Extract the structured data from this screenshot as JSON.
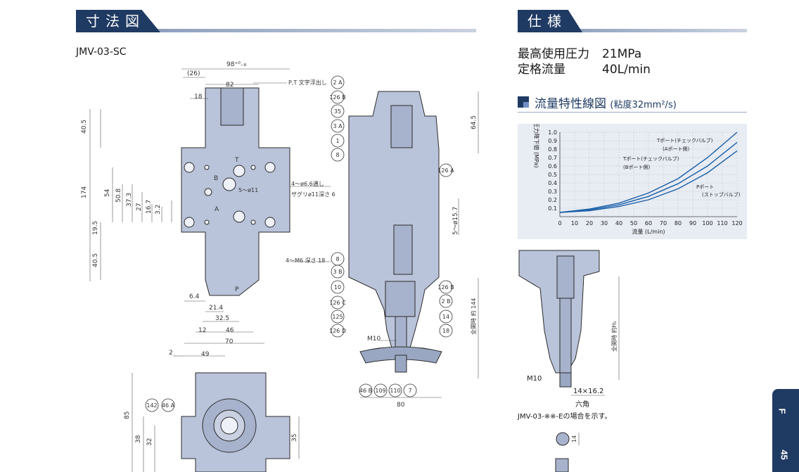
{
  "headers": {
    "dimensions": "寸法図",
    "specs": "仕様"
  },
  "model": "JMV-03-SC",
  "specs": [
    {
      "label": "最高使用圧力",
      "value": "21MPa"
    },
    {
      "label": "定格流量",
      "value": "40L/min"
    }
  ],
  "flow_title": "流量特性線図",
  "flow_title_note": "(粘度32mm²/s)",
  "side_tab": {
    "letter": "F",
    "page": "45"
  },
  "drawing": {
    "front_dims": [
      "98⁺⁰₋₈",
      "(26)",
      "82",
      "18",
      "40.5",
      "174",
      "54",
      "50.8",
      "37.3",
      "27",
      "16.7",
      "3.2",
      "19.5",
      "40.5",
      "6.4",
      "21.4",
      "32.5",
      "12",
      "46",
      "70",
      "2",
      "49"
    ],
    "front_labels": [
      "P,T 文字浮出し",
      "4～ø6.6通し",
      "ザグリø11深さ 6",
      "5～ø11",
      "4～M6 深さ 18",
      "T",
      "B",
      "A",
      "P"
    ],
    "side_dims": [
      "64.5",
      "5～ø15.7",
      "全開時 約 144",
      "M10",
      "80"
    ],
    "side_balloons": [
      "2 A",
      "126 B",
      "35",
      "3 A",
      "1",
      "8",
      "126 A",
      "8",
      "3 B",
      "10",
      "126 C",
      "125",
      "126 D",
      "126 B",
      "2 B",
      "14",
      "18",
      "46 B",
      "109",
      "110",
      "7"
    ],
    "bottom_dims": [
      "85",
      "38",
      "32",
      "35"
    ],
    "bottom_balloons": [
      "142",
      "46 A"
    ],
    "detail_labels": [
      "全開時 約H₁",
      "M10",
      "14×16.2",
      "六角",
      "14"
    ]
  },
  "detail_note": "JMV-03-※※-Eの場合を示す。",
  "chart_data": {
    "type": "line",
    "title": "",
    "xlabel": "流量 (L/min)",
    "ylabel": "圧力降下値 (MPa)",
    "xlim": [
      0,
      120
    ],
    "ylim": [
      0,
      1.0
    ],
    "x_ticks": [
      0,
      10,
      20,
      30,
      40,
      50,
      60,
      70,
      80,
      90,
      100,
      110,
      120
    ],
    "y_ticks": [
      0.1,
      0.2,
      0.3,
      0.4,
      0.5,
      0.6,
      0.7,
      0.8,
      0.9,
      1.0
    ],
    "grid": true,
    "series": [
      {
        "name": "Tポート(チェックバルブ) (Aポート側)",
        "x": [
          0,
          20,
          40,
          60,
          80,
          100,
          120
        ],
        "y": [
          0.05,
          0.09,
          0.16,
          0.28,
          0.45,
          0.7,
          1.0
        ]
      },
      {
        "name": "Tポート(チェックバルブ) (Bポート側)",
        "x": [
          0,
          20,
          40,
          60,
          80,
          100,
          120
        ],
        "y": [
          0.05,
          0.08,
          0.14,
          0.24,
          0.39,
          0.6,
          0.88
        ]
      },
      {
        "name": "Pポート (ストップバルブ)",
        "x": [
          0,
          20,
          40,
          60,
          80,
          100,
          120
        ],
        "y": [
          0.05,
          0.07,
          0.12,
          0.2,
          0.33,
          0.52,
          0.78
        ]
      }
    ],
    "annotations": [
      "Tポート(チェックバルブ)",
      "(Aポート側)",
      "Tポート(チェックバルブ)",
      "(Bポート側)",
      "Pポート",
      "(ストップバルブ)"
    ],
    "colors": {
      "line": "#1a5fa8",
      "bg": "#e8ecf3",
      "grid": "#b8c2d2"
    }
  }
}
